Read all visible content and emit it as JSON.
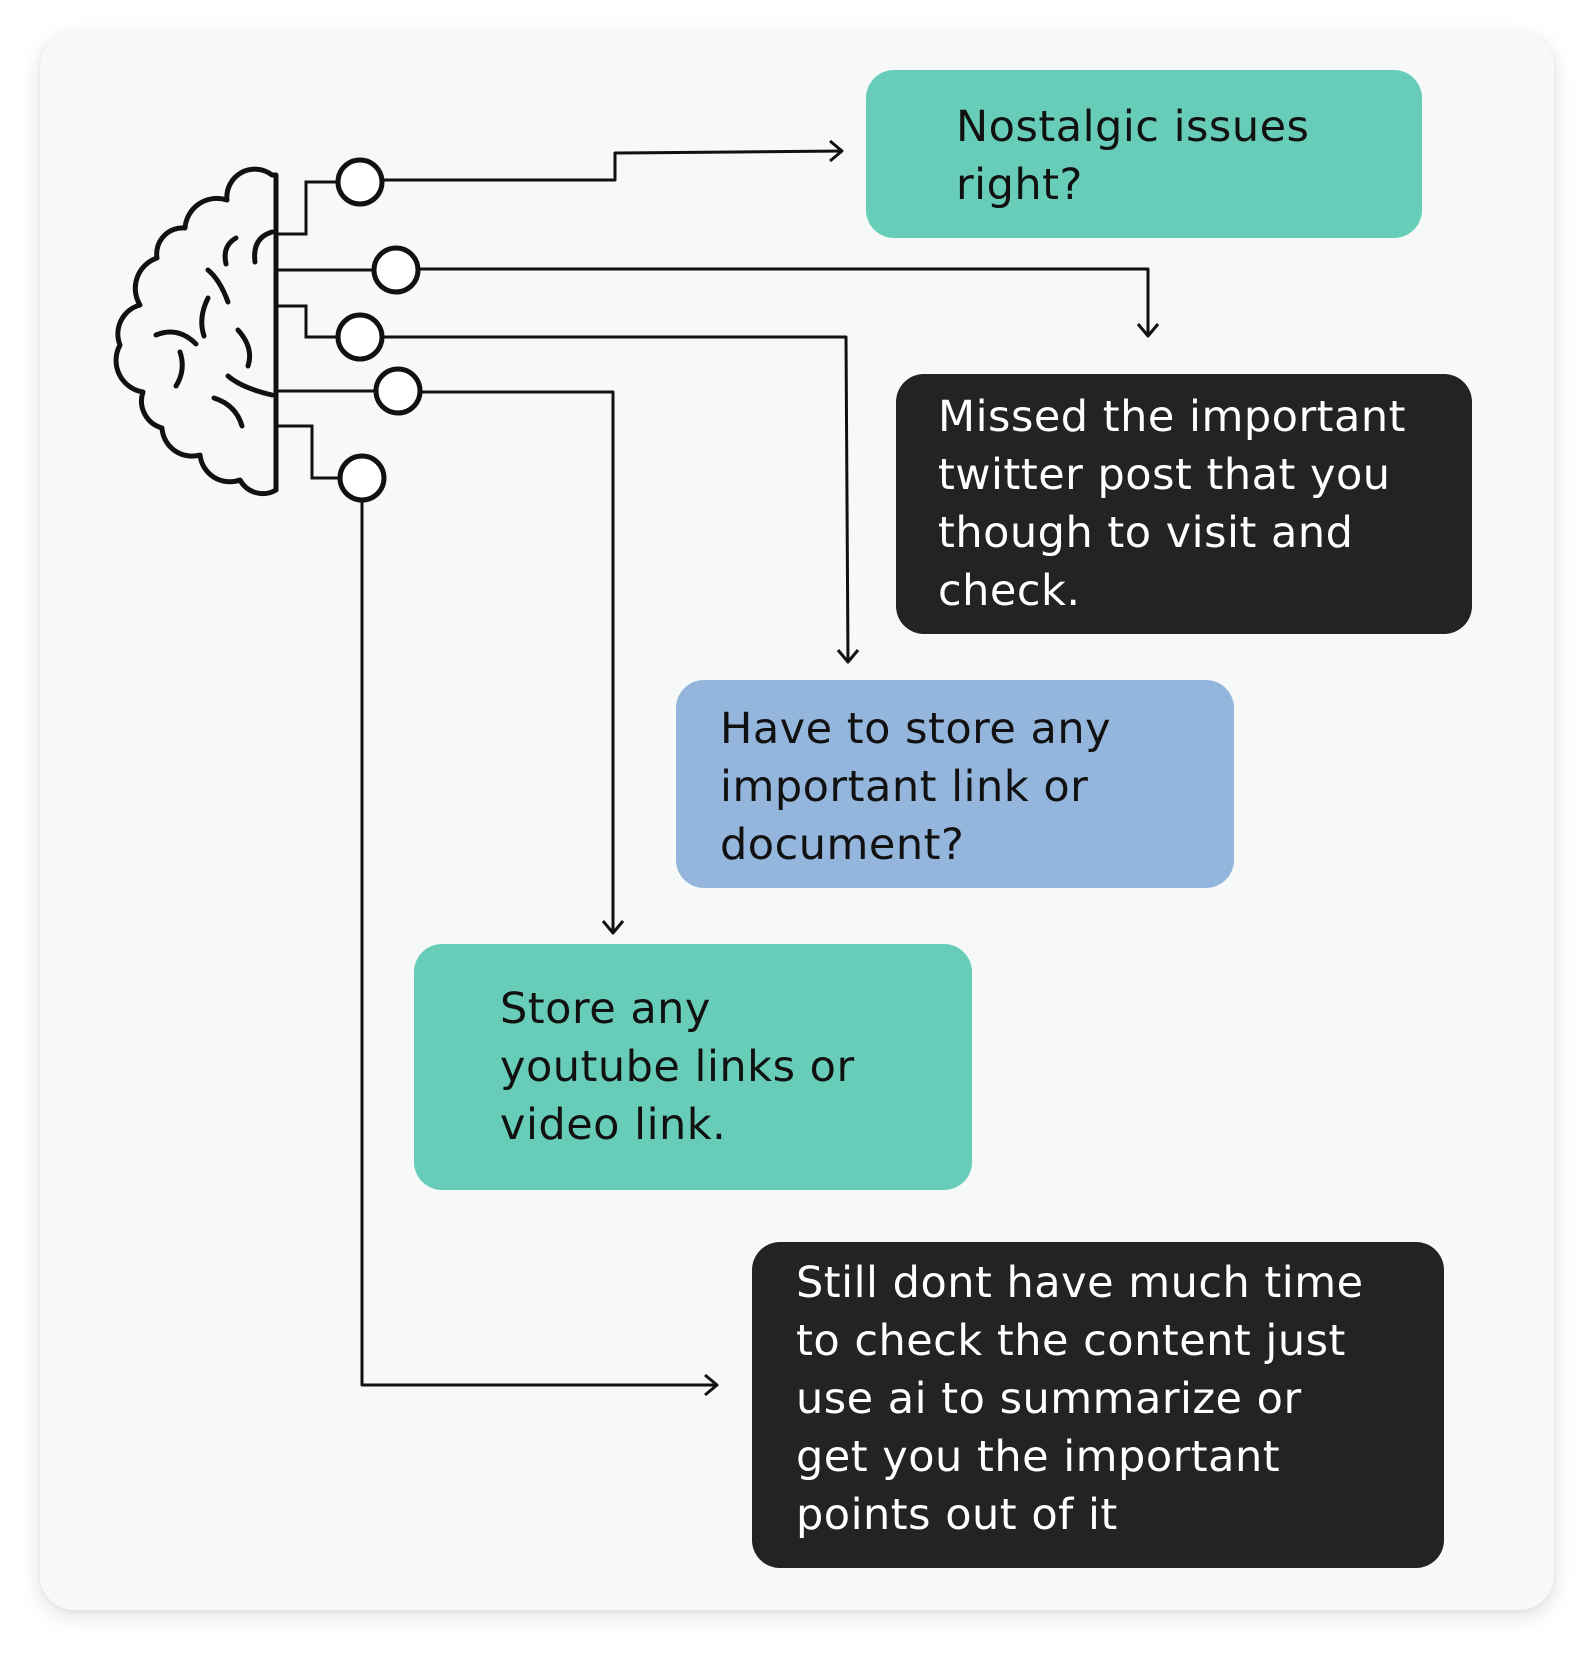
{
  "colors": {
    "background": "#f6f9f8",
    "teal": "#67cdb8",
    "dark": "#222423",
    "blue": "#94b6dc",
    "line": "#111111"
  },
  "icons": {
    "brain": "brain-circuit-icon"
  },
  "boxes": [
    {
      "id": "nostalgic",
      "text": "Nostalgic issues\nright?"
    },
    {
      "id": "twitter",
      "text": "Missed the important\ntwitter post that you\nthough to visit and\ncheck."
    },
    {
      "id": "store-link",
      "text": "Have to store any\nimportant link or\ndocument?"
    },
    {
      "id": "youtube",
      "text": "Store any\nyoutube links or\nvideo link."
    },
    {
      "id": "ai-summary",
      "text": "Still dont have much time\nto check the content just\nuse ai to summarize or\nget you the important\npoints out of it"
    }
  ]
}
